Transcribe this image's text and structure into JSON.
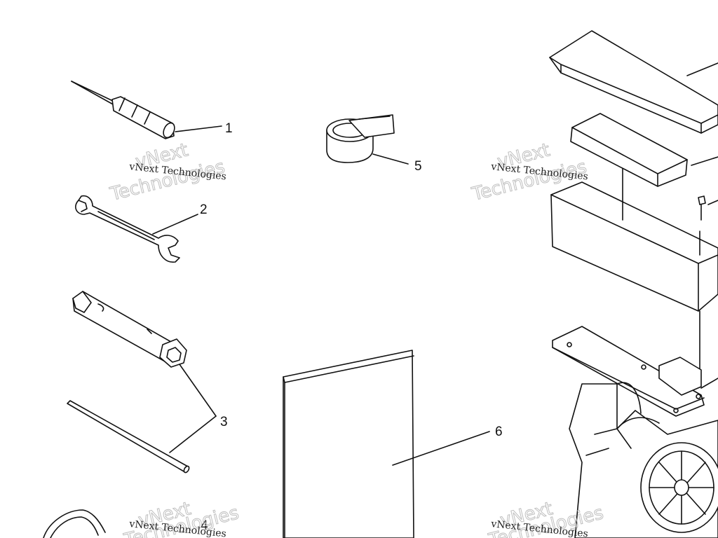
{
  "diagram": {
    "callouts": [
      "1",
      "2",
      "3",
      "4",
      "5",
      "6"
    ],
    "watermark": {
      "line1": "vNext Technologies",
      "line2": "vNext",
      "line3": "Technologies"
    }
  },
  "colors": {
    "ink": "#111111",
    "watermark_outline": "#bfbfbf",
    "background": "#ffffff"
  }
}
